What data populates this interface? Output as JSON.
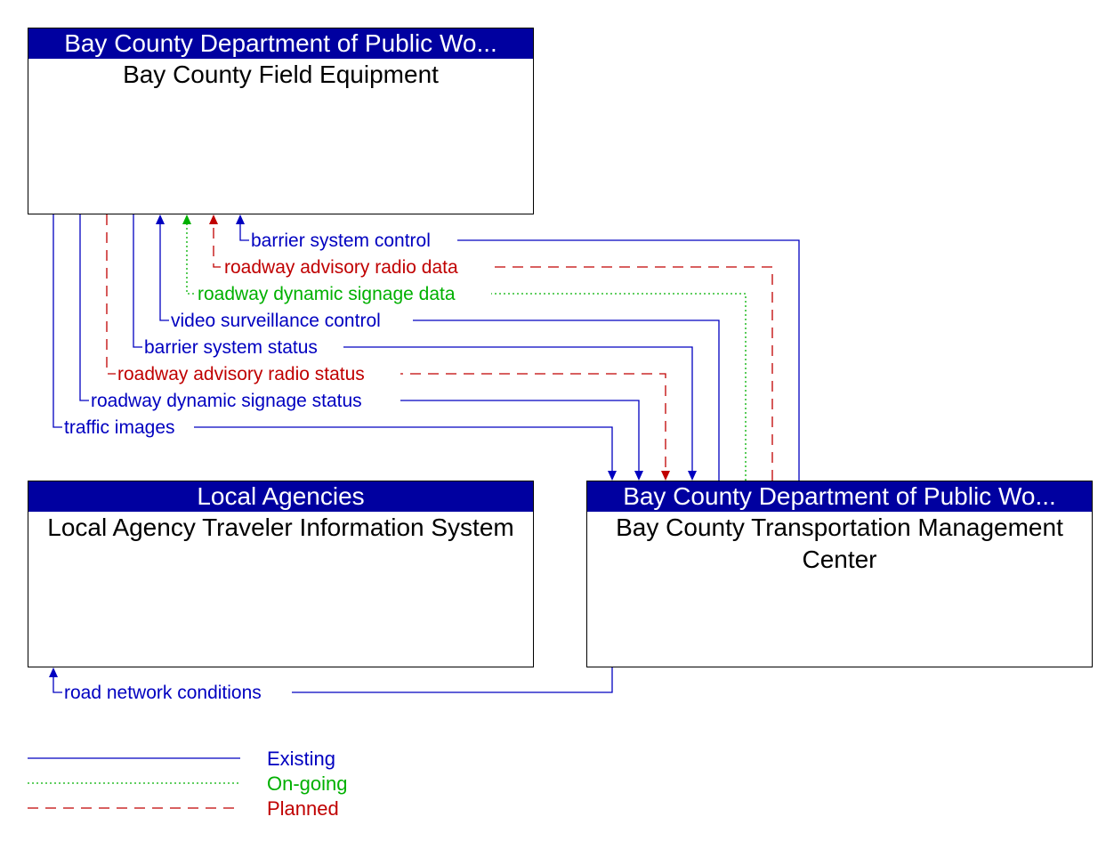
{
  "colors": {
    "existing": "#0000c0",
    "ongoing": "#00b000",
    "planned": "#c00000",
    "header_bg": "#0000a0"
  },
  "boxes": {
    "field_equipment": {
      "header": "Bay County Department of Public Wo...",
      "name": "Bay County Field Equipment"
    },
    "local_agencies": {
      "header": "Local Agencies",
      "name": "Local Agency Traveler Information System"
    },
    "tmc": {
      "header": "Bay County Department of Public Wo...",
      "name": "Bay County Transportation Management Center"
    }
  },
  "flows": [
    {
      "id": "barrier-system-control",
      "label": "barrier system control",
      "status": "existing"
    },
    {
      "id": "roadway-advisory-radio-data",
      "label": "roadway advisory radio data",
      "status": "planned"
    },
    {
      "id": "roadway-dynamic-signage-data",
      "label": "roadway dynamic signage data",
      "status": "ongoing"
    },
    {
      "id": "video-surveillance-control",
      "label": "video surveillance control",
      "status": "existing"
    },
    {
      "id": "barrier-system-status",
      "label": "barrier system status",
      "status": "existing"
    },
    {
      "id": "roadway-advisory-radio-status",
      "label": "roadway advisory radio status",
      "status": "planned"
    },
    {
      "id": "roadway-dynamic-signage-status",
      "label": "roadway dynamic signage status",
      "status": "existing"
    },
    {
      "id": "traffic-images",
      "label": "traffic images",
      "status": "existing"
    },
    {
      "id": "road-network-conditions",
      "label": "road network conditions",
      "status": "existing"
    }
  ],
  "legend": [
    {
      "label": "Existing",
      "status": "existing"
    },
    {
      "label": "On-going",
      "status": "ongoing"
    },
    {
      "label": "Planned",
      "status": "planned"
    }
  ]
}
